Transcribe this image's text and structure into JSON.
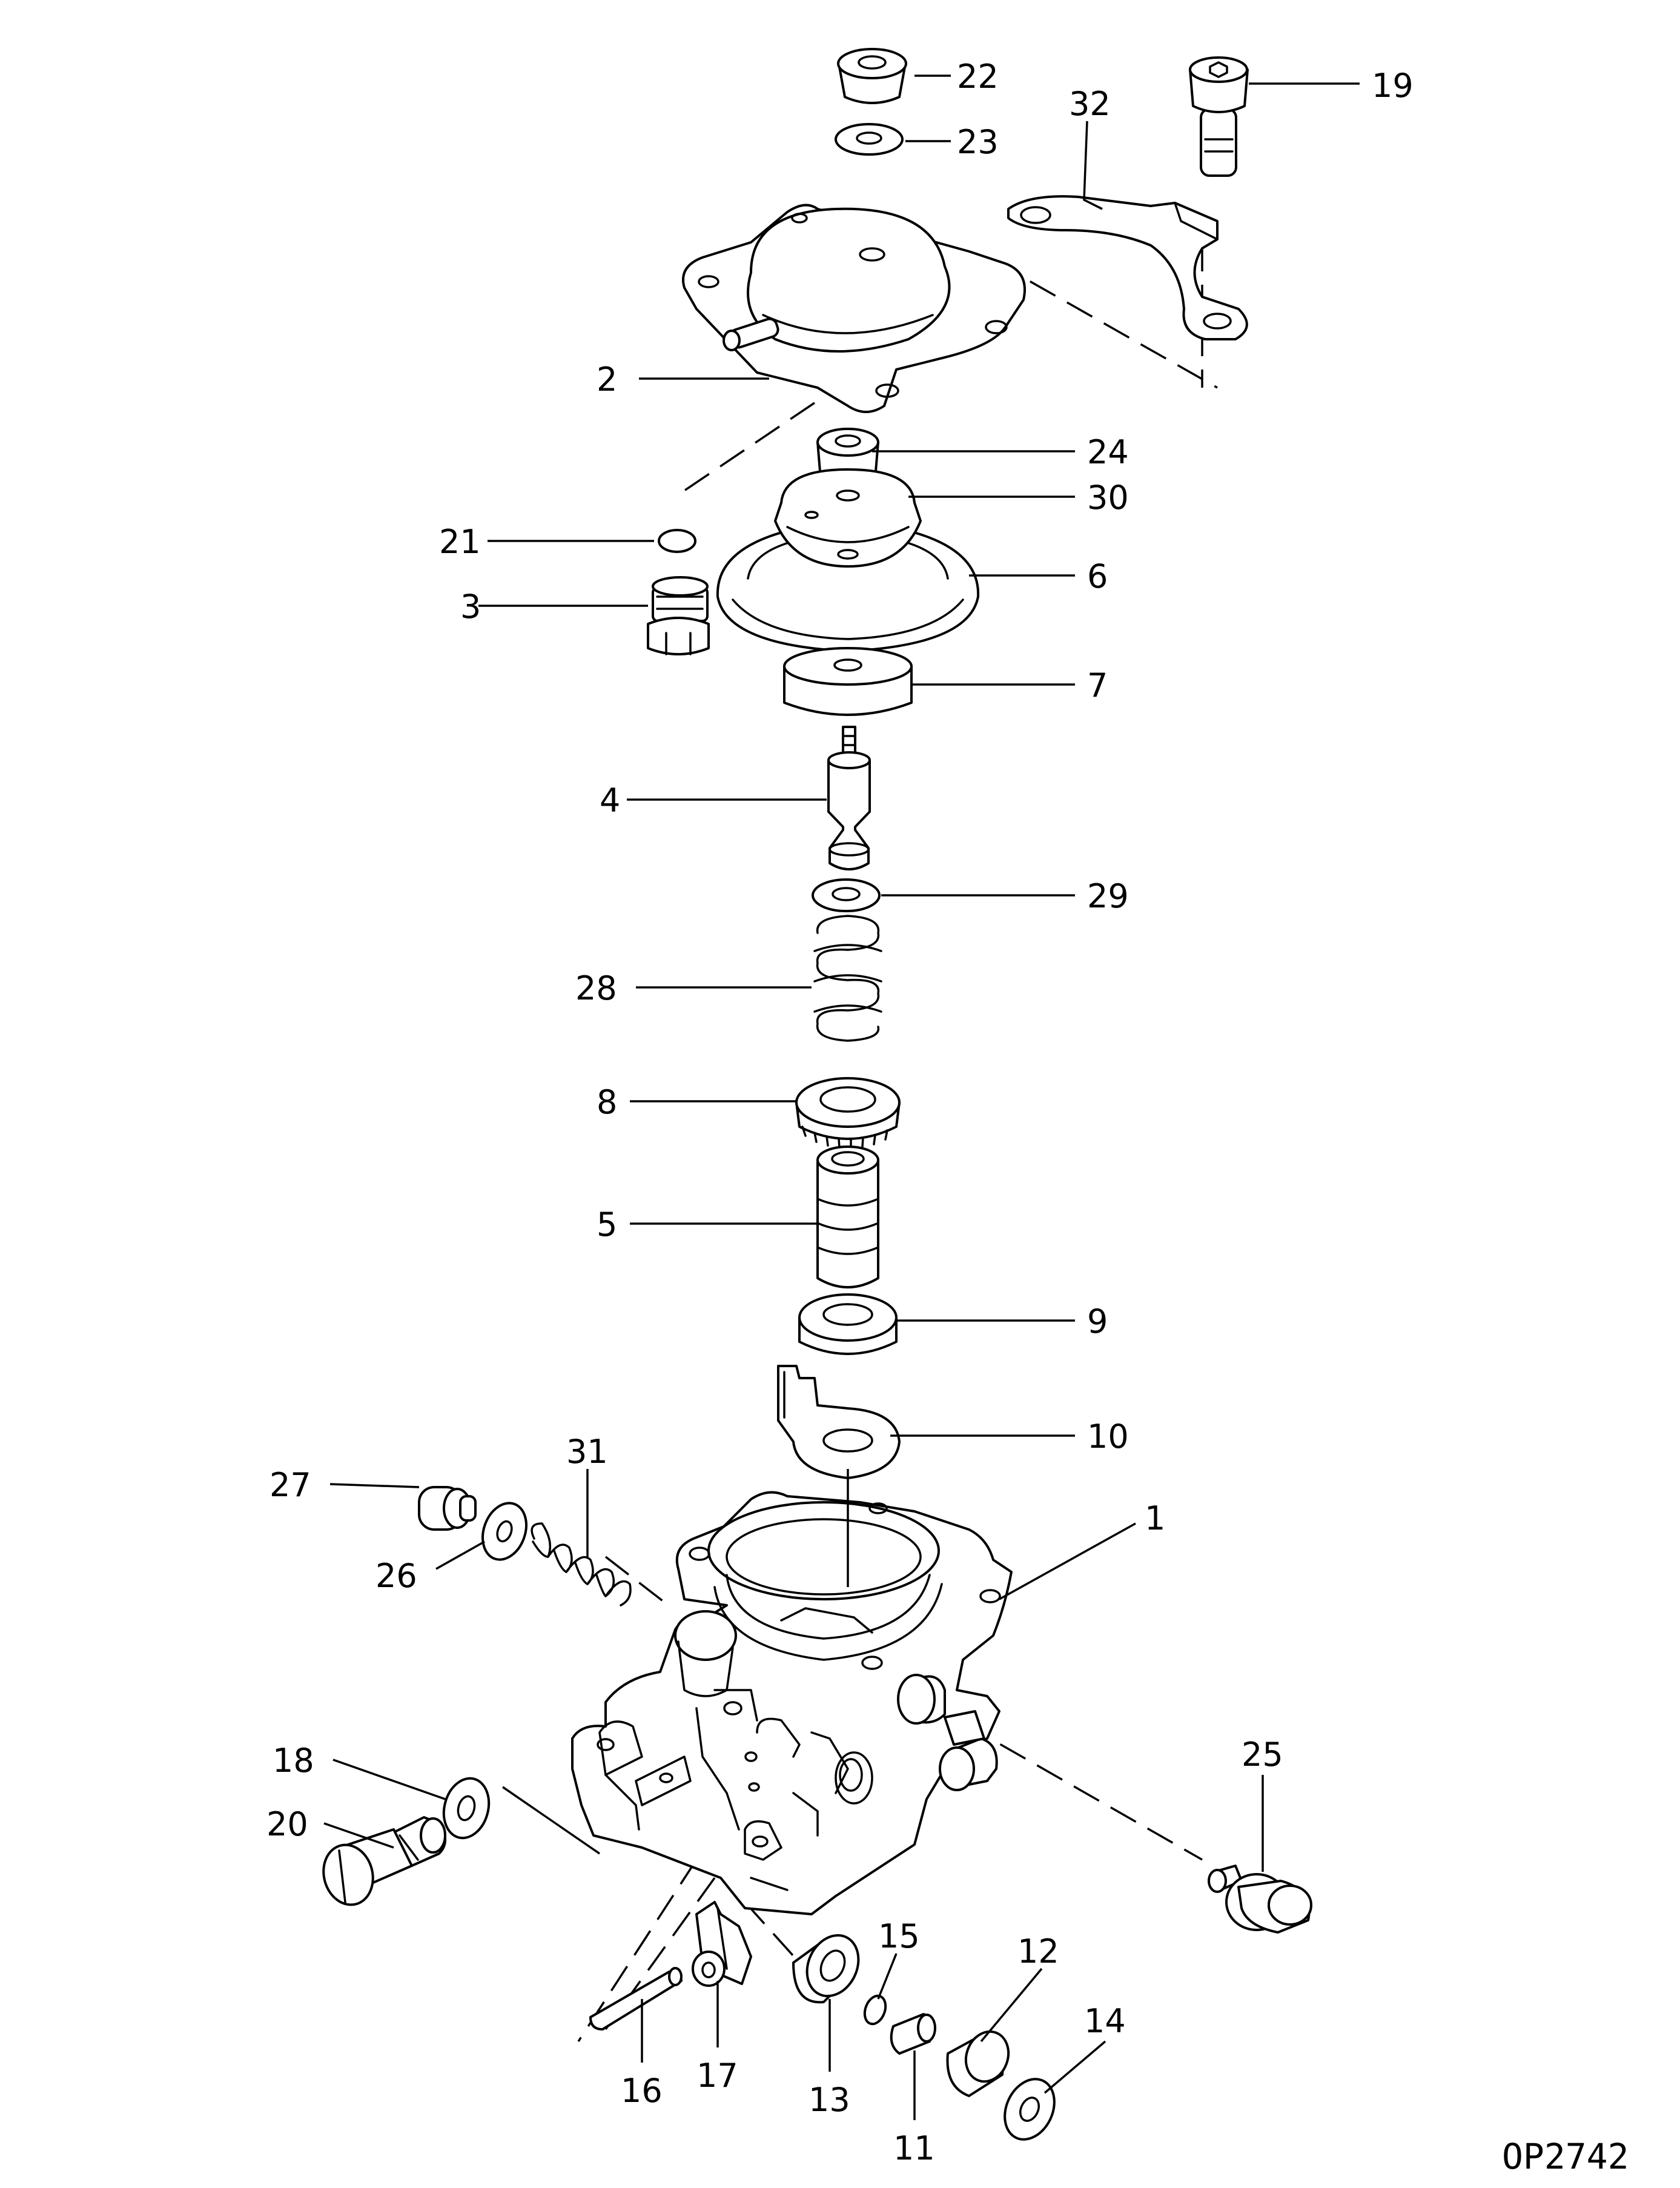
{
  "diagram_code": "OP2742",
  "labels": {
    "p1": "1",
    "p2": "2",
    "p3": "3",
    "p4": "4",
    "p5": "5",
    "p6": "6",
    "p7": "7",
    "p8": "8",
    "p9": "9",
    "p10": "10",
    "p11": "11",
    "p12": "12",
    "p13": "13",
    "p14": "14",
    "p15": "15",
    "p16": "16",
    "p17": "17",
    "p18": "18",
    "p19": "19",
    "p20": "20",
    "p21": "21",
    "p22": "22",
    "p23": "23",
    "p24": "24",
    "p25": "25",
    "p26": "26",
    "p27": "27",
    "p28": "28",
    "p29": "29",
    "p30": "30",
    "p31": "31",
    "p32": "32"
  }
}
